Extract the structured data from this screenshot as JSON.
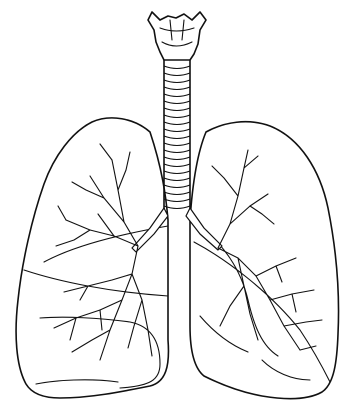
{
  "figure": {
    "background_color": "#ffffff",
    "line_color": "#111111",
    "parts": [
      "larynx",
      "trachea",
      "right-lung",
      "left-lung",
      "bronchial-tree"
    ]
  }
}
